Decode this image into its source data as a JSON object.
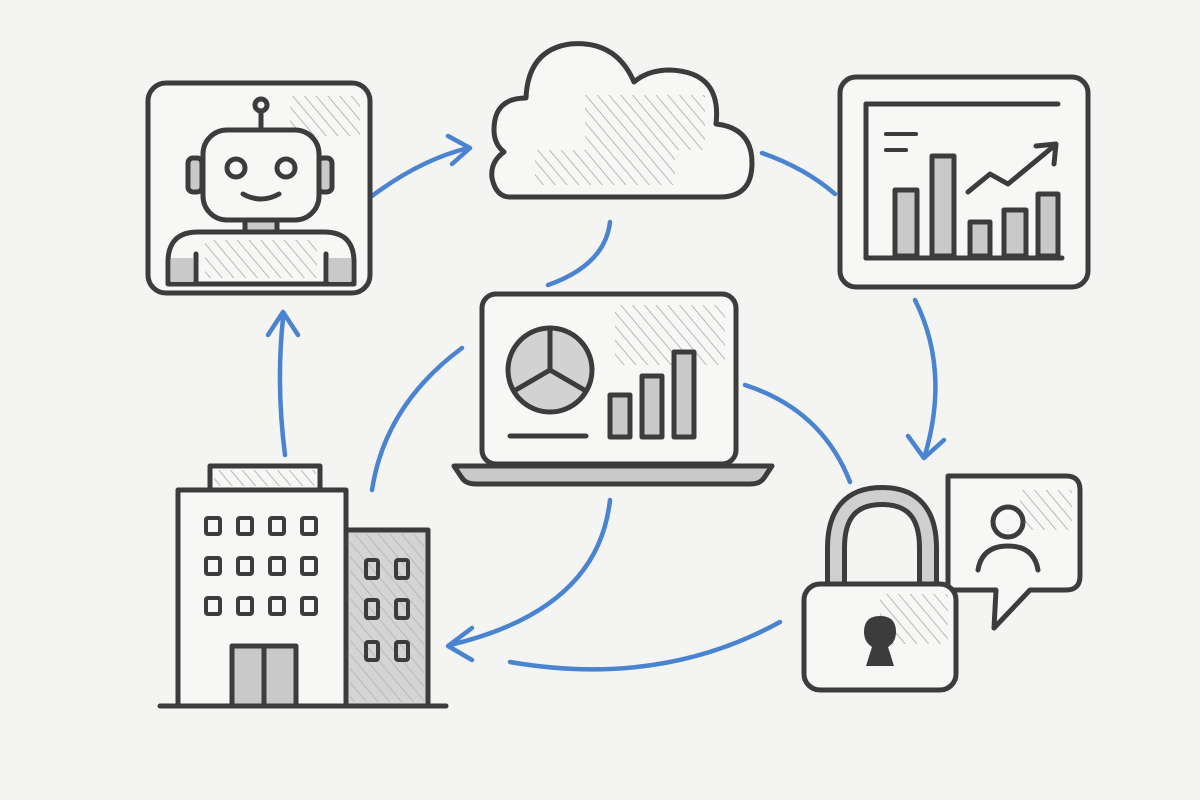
{
  "colors": {
    "background": "#f4f4f3",
    "ink": "#3c3c3c",
    "flow_accent": "#4a84d0",
    "shade": "#c9c9c9"
  },
  "nodes": [
    {
      "id": "robot",
      "icon": "robot-icon"
    },
    {
      "id": "cloud",
      "icon": "cloud-icon"
    },
    {
      "id": "analytics-dashboard",
      "icon": "bar-chart-trend-icon"
    },
    {
      "id": "security",
      "icon": "padlock-icon"
    },
    {
      "id": "user-message",
      "icon": "user-chat-bubble-icon"
    },
    {
      "id": "laptop",
      "icon": "laptop-dashboard-icon"
    },
    {
      "id": "office-building",
      "icon": "building-icon"
    }
  ],
  "connections": [
    {
      "from": "robot",
      "to": "cloud",
      "arrow": true
    },
    {
      "from": "cloud",
      "to": "analytics-dashboard",
      "arrow": false
    },
    {
      "from": "analytics-dashboard",
      "to": "security",
      "arrow": true
    },
    {
      "from": "security",
      "to": "office-building",
      "arrow": true
    },
    {
      "from": "office-building",
      "to": "robot",
      "arrow": true
    },
    {
      "from": "laptop",
      "to": "cloud",
      "arrow": false
    },
    {
      "from": "laptop",
      "to": "security",
      "arrow": false
    },
    {
      "from": "laptop",
      "to": "office-building",
      "arrow": false
    }
  ]
}
